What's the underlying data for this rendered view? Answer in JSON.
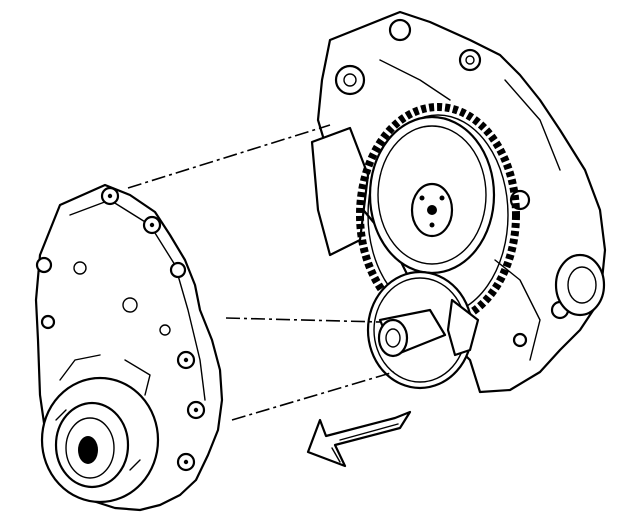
{
  "figure": {
    "parts": {
      "engine_block": "engine-block",
      "camshaft_sprocket": "camshaft-sprocket",
      "timing_chain": "timing-chain",
      "crankshaft_sprocket": "crankshaft-sprocket",
      "front_cover": "front-cover",
      "crank_seal": "crankshaft-seal",
      "direction_arrow": "installation-arrow"
    },
    "colors": {
      "line": "#000000",
      "background": "#ffffff"
    }
  }
}
